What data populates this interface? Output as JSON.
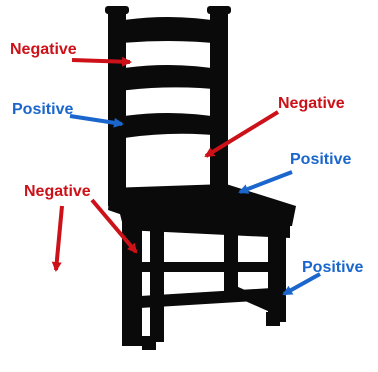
{
  "colors": {
    "negative": "#cc1118",
    "positive": "#1a66cc",
    "chair": "#0a0a0a"
  },
  "labels": [
    {
      "id": "neg-top-left",
      "text": "Negative",
      "kind": "negative"
    },
    {
      "id": "pos-mid-left",
      "text": "Positive",
      "kind": "positive"
    },
    {
      "id": "neg-mid-right",
      "text": "Negative",
      "kind": "negative"
    },
    {
      "id": "pos-seat-right",
      "text": "Positive",
      "kind": "positive"
    },
    {
      "id": "neg-lower-left",
      "text": "Negative",
      "kind": "negative"
    },
    {
      "id": "pos-lower-right",
      "text": "Positive",
      "kind": "positive"
    }
  ],
  "image": {
    "subject": "chair-silhouette"
  }
}
